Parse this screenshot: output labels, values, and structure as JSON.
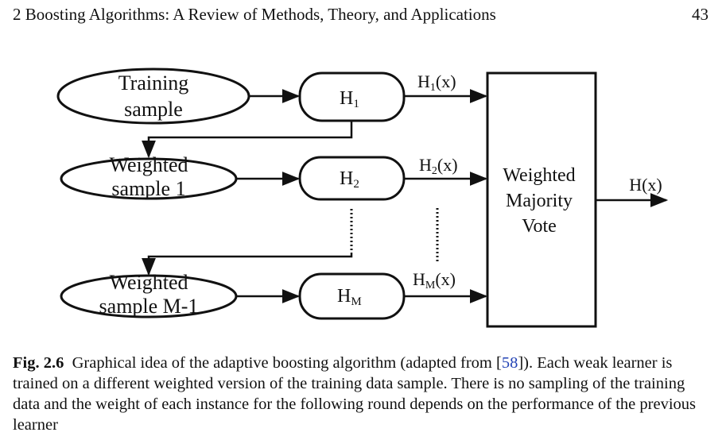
{
  "header": {
    "title": "2   Boosting Algorithms: A Review of Methods, Theory, and Applications",
    "page_number": "43"
  },
  "figure": {
    "training_line1": "Training",
    "training_line2": "sample",
    "weighted1_line1": "Weighted",
    "weighted1_line2": "sample 1",
    "weightedM_line1": "Weighted",
    "weightedM_line2": "sample M-1",
    "h1": "H",
    "h1_sub": "1",
    "h2": "H",
    "h2_sub": "2",
    "hm": "H",
    "hm_sub": "M",
    "h1x": "H",
    "h1x_sub": "1",
    "h1x_tail": "(x)",
    "h2x": "H",
    "h2x_sub": "2",
    "h2x_tail": "(x)",
    "hmx": "H",
    "hmx_sub": "M",
    "hmx_tail": "(x)",
    "vote_line1": "Weighted",
    "vote_line2": "Majority",
    "vote_line3": "Vote",
    "output": "H(x)"
  },
  "caption": {
    "label": "Fig. 2.6",
    "text_before": "Graphical idea of the adaptive boosting algorithm (adapted from [",
    "cite": "58",
    "text_after": "]). Each weak learner is trained on a different weighted version of the training data sample. There is no sampling of the training data and the weight of each instance for the following round depends on the performance of the previous learner"
  }
}
